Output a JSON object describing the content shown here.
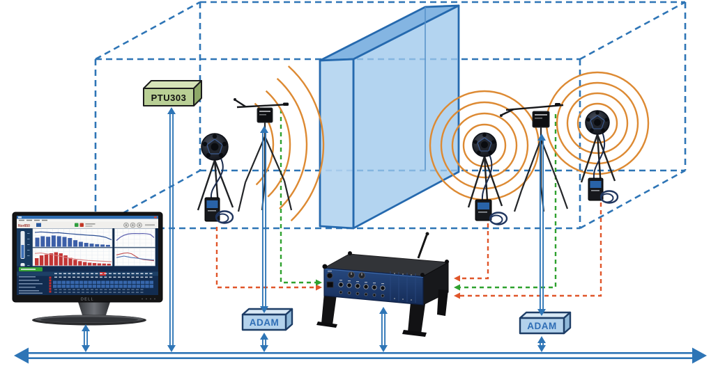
{
  "labels": {
    "ptu303": "PTU303",
    "adam_left": "ADAM",
    "adam_right": "ADAM",
    "monitor_brand": "DELL",
    "software_logo": "Nor850"
  },
  "colors": {
    "diagram_blue": "#2e75b6",
    "room_dash_blue": "#2e75b6",
    "green_link": "#2fa12f",
    "orange_link": "#e0562a",
    "wave_orange": "#dd8a33",
    "wall_fill": "#9dc8ec",
    "wall_edge": "#2569ae",
    "ptu_box_fill": "#b9cf95",
    "adam_box_fill": "#b3d2ec",
    "adam_text": "#2e6db5",
    "analyzer_panel": "#1f3f78",
    "screen_table_bg": "#122c50",
    "screen_bar_blue": "#3c5fa8",
    "screen_bar_red": "#c23535",
    "screen_green_badge": "#35a035",
    "screen_red_cell": "#d03030"
  },
  "nodes": [
    {
      "id": "room-outline"
    },
    {
      "id": "partition-wall"
    },
    {
      "id": "weather-transmitter",
      "label": "PTU303"
    },
    {
      "id": "control-pc-monitor",
      "brand": "DELL"
    },
    {
      "id": "io-module-left",
      "label": "ADAM"
    },
    {
      "id": "io-module-right",
      "label": "ADAM"
    },
    {
      "id": "multichannel-analyzer"
    },
    {
      "id": "speaker-receiving-room"
    },
    {
      "id": "speaker-source-room-near"
    },
    {
      "id": "speaker-source-room-far"
    },
    {
      "id": "rotating-microphone-left"
    },
    {
      "id": "rotating-microphone-right"
    },
    {
      "id": "network-bus"
    }
  ],
  "screen": {
    "bars_blue": [
      0.5,
      0.58,
      0.55,
      0.62,
      0.58,
      0.54,
      0.48,
      0.36,
      0.27,
      0.21,
      0.17,
      0.14,
      0.12,
      0.1
    ],
    "bars_red": [
      0.42,
      0.58,
      0.63,
      0.7,
      0.76,
      0.7,
      0.58,
      0.44,
      0.33,
      0.25,
      0.2,
      0.16,
      0.14,
      0.12,
      0.11,
      0.1
    ],
    "line_blue": [
      0.18,
      0.15,
      0.17,
      0.21,
      0.2,
      0.24,
      0.27,
      0.3,
      0.33,
      0.36,
      0.38,
      0.42,
      0.5,
      0.66
    ],
    "line_red": [
      0.28,
      0.25,
      0.31,
      0.37,
      0.44,
      0.52,
      0.6,
      0.66,
      0.7,
      0.74,
      0.76,
      0.78,
      0.8,
      0.82
    ],
    "right_top_line": [
      0.72,
      0.5,
      0.36,
      0.28,
      0.25,
      0.24,
      0.25,
      0.24,
      0.26,
      0.3,
      0.52
    ],
    "right_bottom_line_a": [
      0.42,
      0.36,
      0.3,
      0.28,
      0.34,
      0.5,
      0.66,
      0.73,
      0.76,
      0.79,
      0.82
    ],
    "right_bottom_line_b": [
      0.6,
      0.55,
      0.5,
      0.55,
      0.6,
      0.62,
      0.66,
      0.7,
      0.73,
      0.75,
      0.77
    ]
  }
}
